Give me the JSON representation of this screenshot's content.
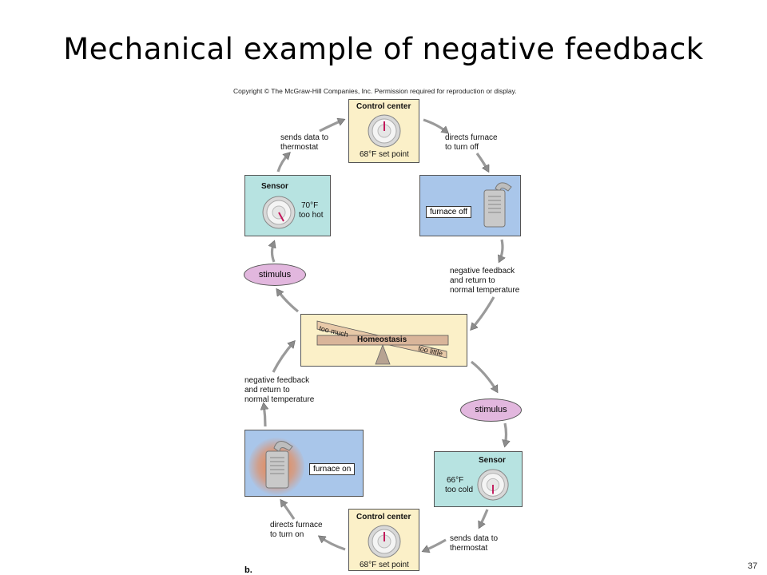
{
  "slide": {
    "title": "Mechanical example of negative feedback",
    "copyright": "Copyright © The McGraw-Hill Companies, Inc. Permission required for reproduction or display.",
    "figure_label": "b.",
    "page_number": "37"
  },
  "top_loop": {
    "control_center": {
      "title": "Control center",
      "setpoint": "68°F set point"
    },
    "sensor": {
      "title": "Sensor",
      "reading": "70°F",
      "state": "too hot"
    },
    "furnace": {
      "label": "furnace off"
    },
    "stimulus": "stimulus",
    "sends_data": [
      "sends data to",
      "thermostat"
    ],
    "directs": [
      "directs furnace",
      "to turn off"
    ],
    "negative_feedback": [
      "negative feedback",
      "and return to",
      "normal temperature"
    ]
  },
  "homeostasis": {
    "center": "Homeostasis",
    "too_much": "too much",
    "too_little": "too little"
  },
  "bottom_loop": {
    "control_center": {
      "title": "Control center",
      "setpoint": "68°F set point"
    },
    "sensor": {
      "title": "Sensor",
      "reading": "66°F",
      "state": "too cold"
    },
    "furnace": {
      "label": "furnace on"
    },
    "stimulus": "stimulus",
    "sends_data": [
      "sends data to",
      "thermostat"
    ],
    "directs": [
      "directs furnace",
      "to turn on"
    ],
    "negative_feedback": [
      "negative feedback",
      "and return to",
      "normal temperature"
    ]
  },
  "colors": {
    "cream": "#fbf0c8",
    "teal": "#b7e3e1",
    "blue": "#a9c6ea",
    "stimulus": "#e2b7de",
    "arrow": "#8c8c8c",
    "glow": "#f08040"
  }
}
